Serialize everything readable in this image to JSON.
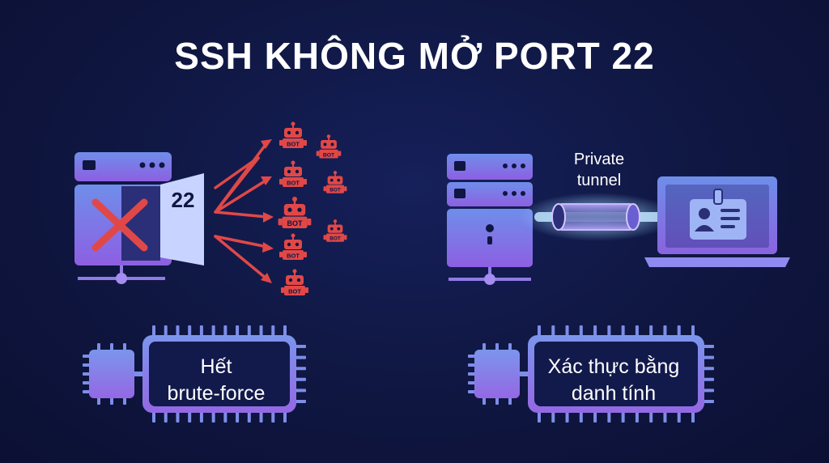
{
  "title": "SSH KHÔNG MỞ PORT 22",
  "left_panel": {
    "port_number": "22",
    "bot_label": "BOT",
    "chip_lines": [
      "Hết",
      "brute-force"
    ]
  },
  "right_panel": {
    "tunnel_lines": [
      "Private",
      "tunnel"
    ],
    "chip_lines": [
      "Xác thực bằng",
      "danh tính"
    ]
  },
  "colors": {
    "background": "#0f1640",
    "server_gradient_top": "#6a86e6",
    "server_gradient_bottom": "#8a5ae0",
    "attack_red": "#e04848",
    "tunnel_glow": "#7ec8ff",
    "text": "#ffffff"
  }
}
